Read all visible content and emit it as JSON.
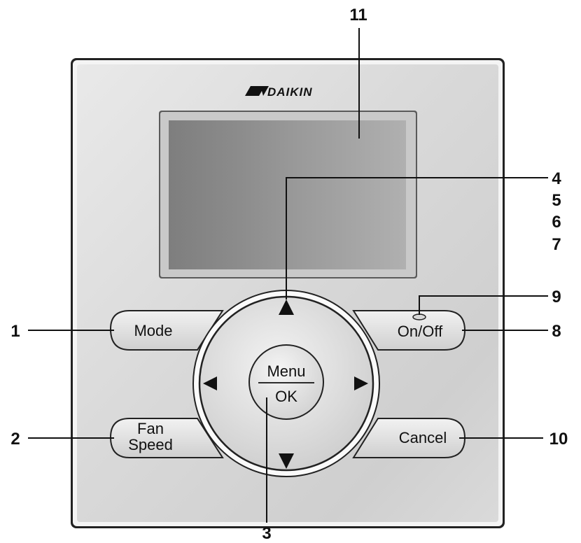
{
  "brand": {
    "logo_text": "DAIKIN"
  },
  "buttons": {
    "mode": "Mode",
    "fan_speed_line1": "Fan",
    "fan_speed_line2": "Speed",
    "on_off": "On/Off",
    "cancel": "Cancel",
    "menu": "Menu",
    "ok": "OK"
  },
  "callouts": {
    "n1": "1",
    "n2": "2",
    "n3": "3",
    "n4": "4",
    "n5": "5",
    "n6": "6",
    "n7": "7",
    "n8": "8",
    "n9": "9",
    "n10": "10",
    "n11": "11"
  },
  "icons": {
    "up": "arrow-up-icon",
    "down": "arrow-down-icon",
    "left": "arrow-left-icon",
    "right": "arrow-right-icon",
    "indicator": "operation-lamp"
  }
}
